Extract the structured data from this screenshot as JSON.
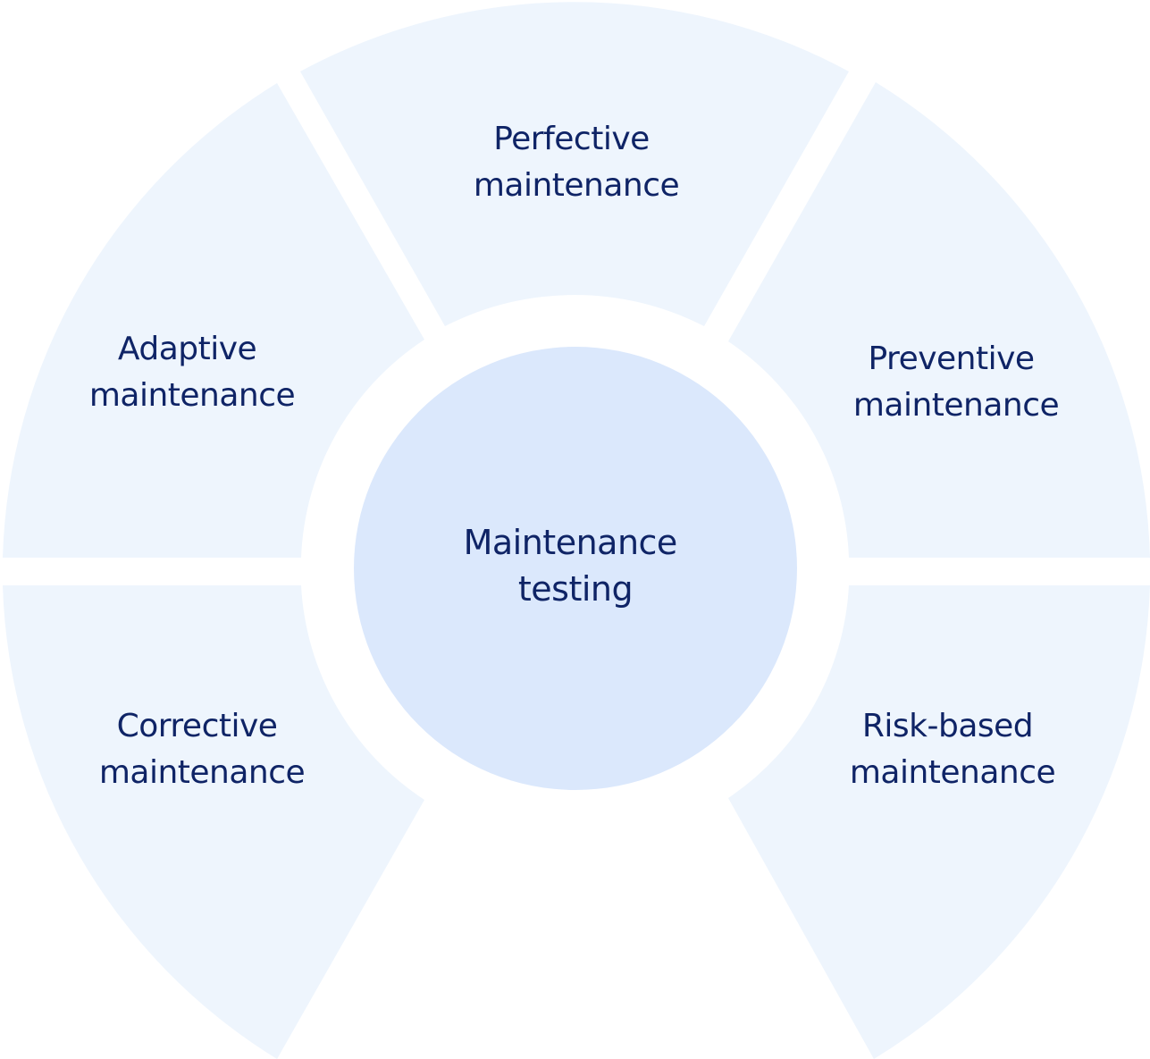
{
  "diagram": {
    "center": {
      "line1": "Maintenance",
      "line2": "testing"
    },
    "segments": [
      {
        "id": "perfective",
        "line1": "Perfective",
        "line2": "maintenance"
      },
      {
        "id": "preventive",
        "line1": "Preventive",
        "line2": "maintenance"
      },
      {
        "id": "risk-based",
        "line1": "Risk-based",
        "line2": "maintenance"
      },
      {
        "id": "corrective",
        "line1": "Corrective",
        "line2": "maintenance"
      },
      {
        "id": "adaptive",
        "line1": "Adaptive",
        "line2": "maintenance"
      }
    ],
    "colors": {
      "segment_fill": "#eef5fd",
      "hub_fill": "#dbe8fc",
      "text": "#0f2466",
      "background": "#ffffff"
    }
  }
}
